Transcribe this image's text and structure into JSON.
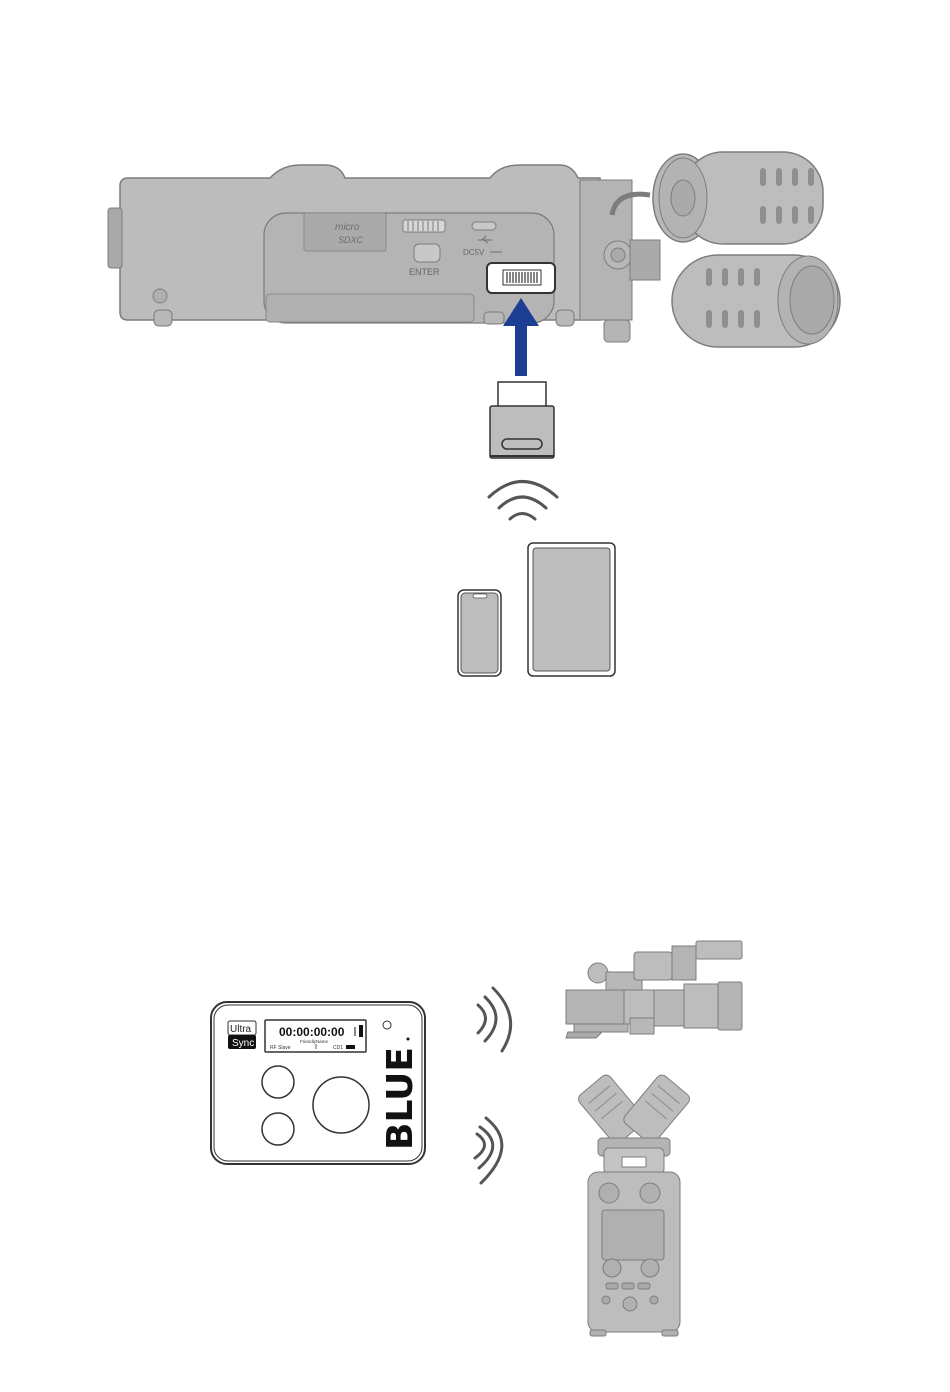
{
  "recorder": {
    "microsd_text": "micro",
    "sdxc_text": "SDXC",
    "enter_label": "ENTER",
    "dc_label": "DC5V",
    "usb_symbol": "USB"
  },
  "timecode_device": {
    "ultra_label": "Ultra",
    "sync_label": "Sync",
    "timecode": "00:00:00:00",
    "friendly_name": "FriendlyName",
    "rf_label": "RF Slave",
    "tc_label": "CD1",
    "brand": "BLUE"
  },
  "colors": {
    "arrow": "#1c3f94",
    "device_fill": "#b9b9b9",
    "device_stroke": "#8a8a8a",
    "wave": "#555555"
  }
}
